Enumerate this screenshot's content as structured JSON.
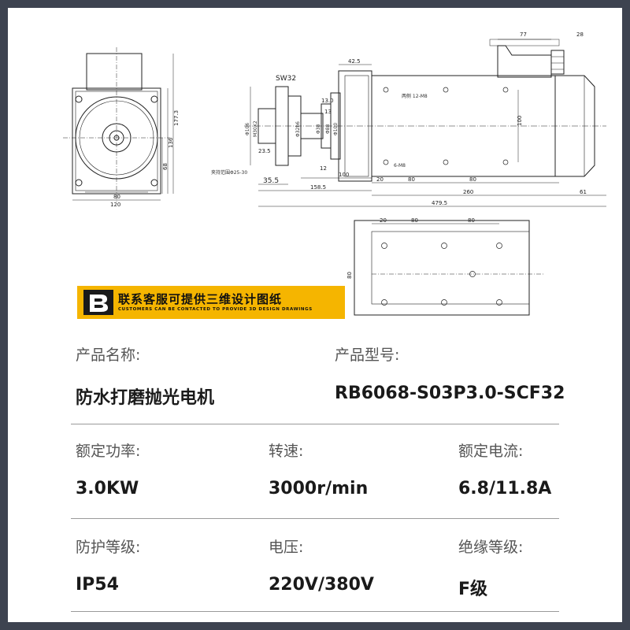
{
  "drawing": {
    "dims": {
      "d77": "77",
      "d28": "28",
      "d42_5": "42.5",
      "sw32": "SW32",
      "d13_0": "13.0",
      "d13": "13",
      "d23_5": "23.5",
      "d12": "12",
      "d35_5": "35.5",
      "d100": "100",
      "d158_5": "158.5",
      "d20": "20",
      "d80": "80",
      "d260": "260",
      "d61": "61",
      "d479_5": "479.5",
      "d120": "120",
      "d177_3": "177.3",
      "d136": "136",
      "d68": "68",
      "phi106": "Φ106",
      "m30x2": "M30X2",
      "phi32h6": "Φ32h6",
      "phi38": "Φ38",
      "phi88": "Φ88",
      "phi100": "Φ100",
      "holes_top": "两侧 12-M8",
      "holes_bottom": "6-M8",
      "clamp_range": "夹持范围Φ25-30"
    }
  },
  "banner": {
    "text": "联系客服可提供三维设计图纸",
    "sub": "CUSTOMERS CAN BE CONTACTED TO PROVIDE 3D DESIGN DRAWINGS"
  },
  "specs": {
    "product_name_label": "产品名称:",
    "product_name_value": "防水打磨抛光电机",
    "model_label": "产品型号:",
    "model_value": "RB6068-S03P3.0-SCF32",
    "power_label": "额定功率:",
    "power_value": "3.0KW",
    "speed_label": "转速:",
    "speed_value": "3000r/min",
    "current_label": "额定电流:",
    "current_value": "6.8/11.8A",
    "protection_label": "防护等级:",
    "protection_value": "IP54",
    "voltage_label": "电压:",
    "voltage_value": "220V/380V",
    "insulation_label": "绝缘等级:",
    "insulation_value": "F级"
  },
  "colors": {
    "background": "#3d4350",
    "banner": "#f5b500",
    "label": "#555555",
    "value": "#1a1a1a"
  }
}
